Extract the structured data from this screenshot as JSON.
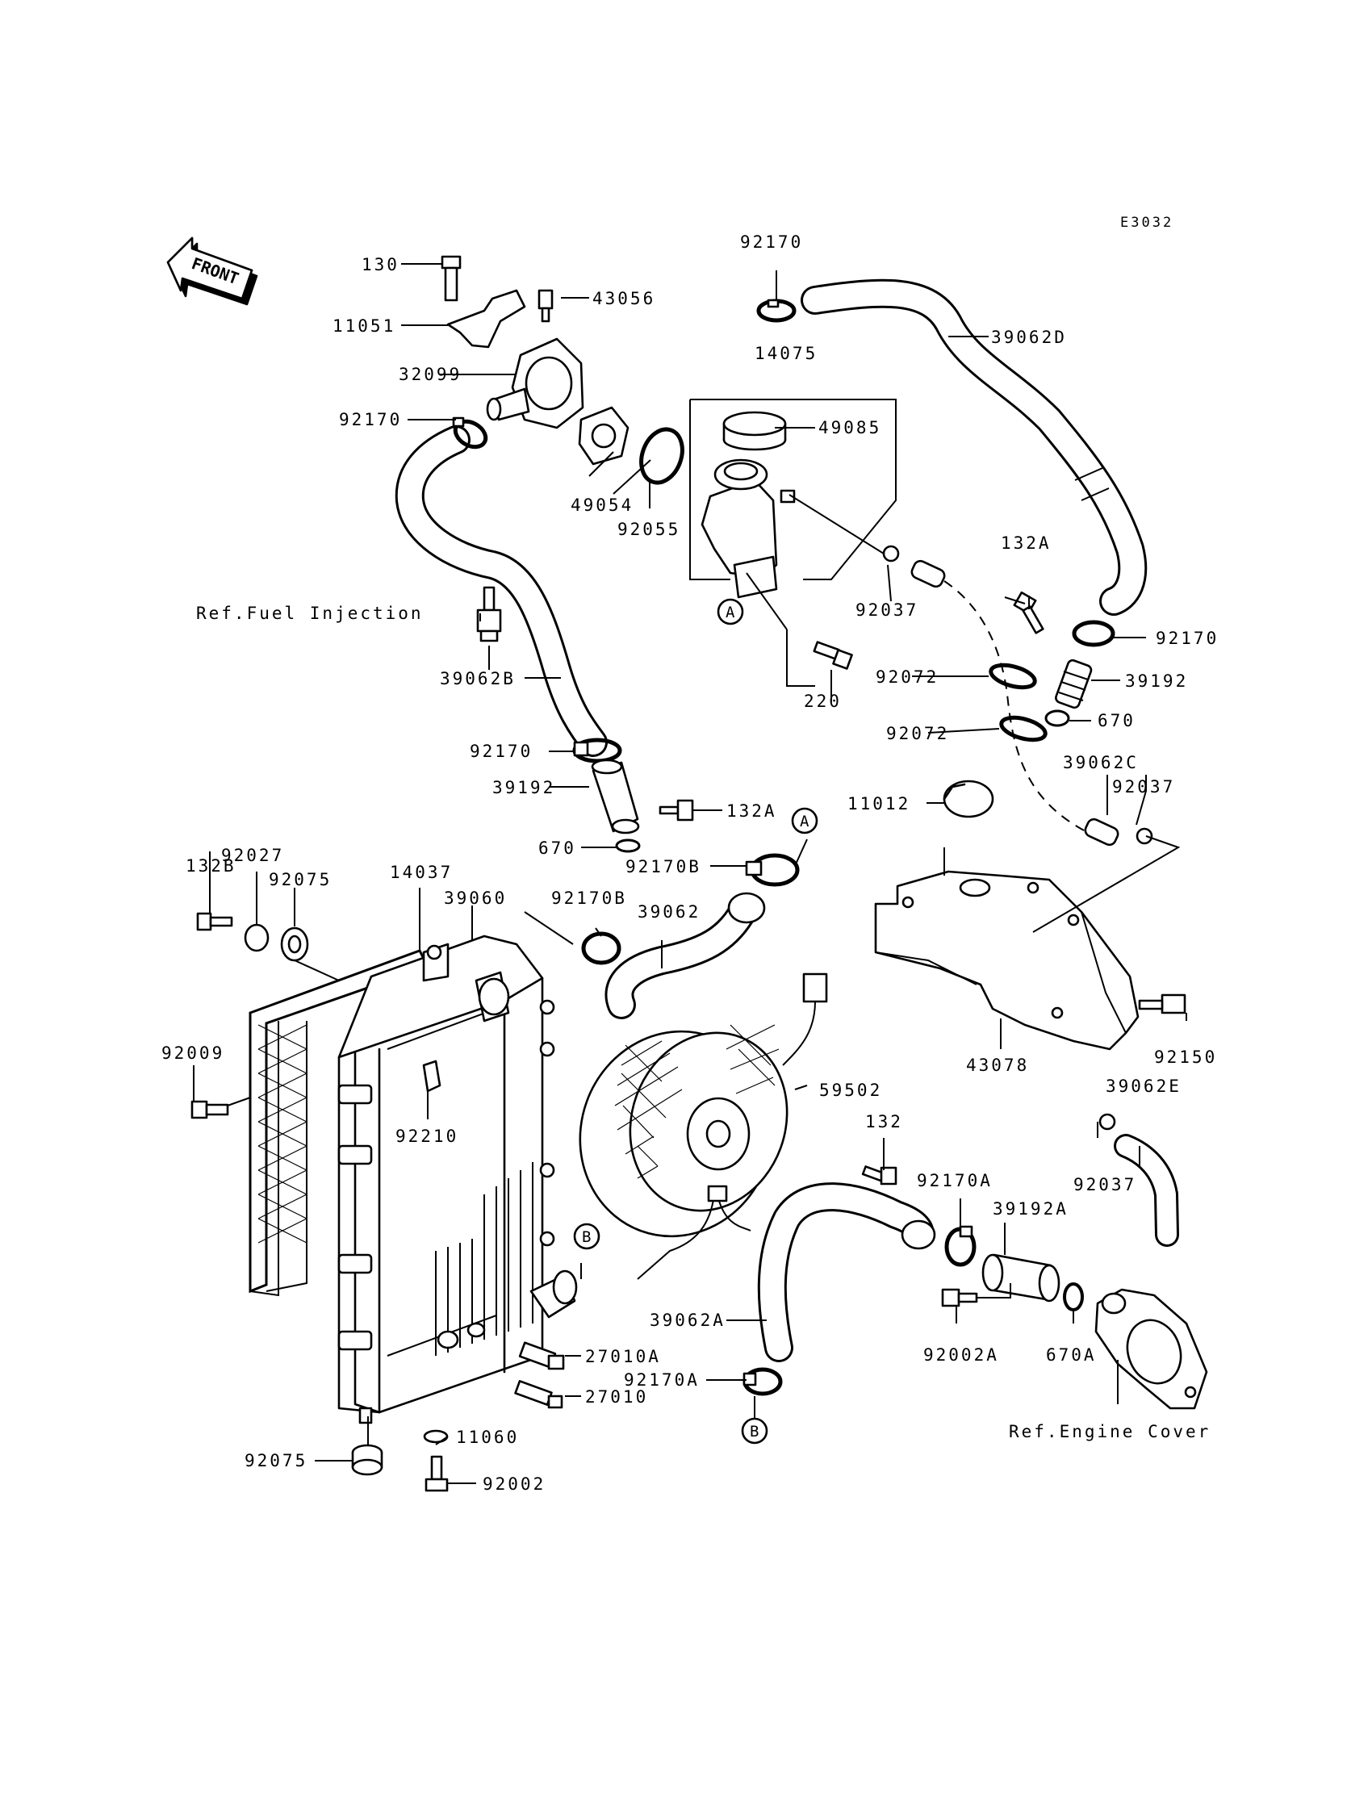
{
  "diagram_code": "E3032",
  "front_label": "FRONT",
  "references": {
    "fuel_injection": "Ref.Fuel Injection",
    "engine_cover": "Ref.Engine Cover"
  },
  "markers": {
    "a": "A",
    "b": "B"
  },
  "parts": {
    "p130": "130",
    "p11051": "11051",
    "p43056": "43056",
    "p32099": "32099",
    "p92170_top": "92170",
    "p92170_left": "92170",
    "p92170_right": "92170",
    "p92170_mid": "92170",
    "p39062D": "39062D",
    "p14075": "14075",
    "p49085": "49085",
    "p49054": "49054",
    "p92055": "92055",
    "p92037_top": "92037",
    "p92037_mid": "92037",
    "p92037_low": "92037",
    "p132A_top": "132A",
    "p132A_mid": "132A",
    "p39192": "39192",
    "p39192_mid": "39192",
    "p670_top": "670",
    "p670_mid": "670",
    "p220": "220",
    "p92072_a": "92072",
    "p92072_b": "92072",
    "p39062B": "39062B",
    "p39062C": "39062C",
    "p11012": "11012",
    "p92170B_a": "92170B",
    "p92170B_b": "92170B",
    "p132B": "132B",
    "p92027": "92027",
    "p92075_top": "92075",
    "p92075_bot": "92075",
    "p14037": "14037",
    "p39060": "39060",
    "p39062": "39062",
    "p43078": "43078",
    "p92150": "92150",
    "p92009": "92009",
    "p92210": "92210",
    "p59502": "59502",
    "p132": "132",
    "p39062E": "39062E",
    "p92170A_a": "92170A",
    "p92170A_b": "92170A",
    "p39192A": "39192A",
    "p92002A": "92002A",
    "p670A": "670A",
    "p39062A": "39062A",
    "p27010A": "27010A",
    "p27010": "27010",
    "p11060": "11060",
    "p92002": "92002"
  }
}
